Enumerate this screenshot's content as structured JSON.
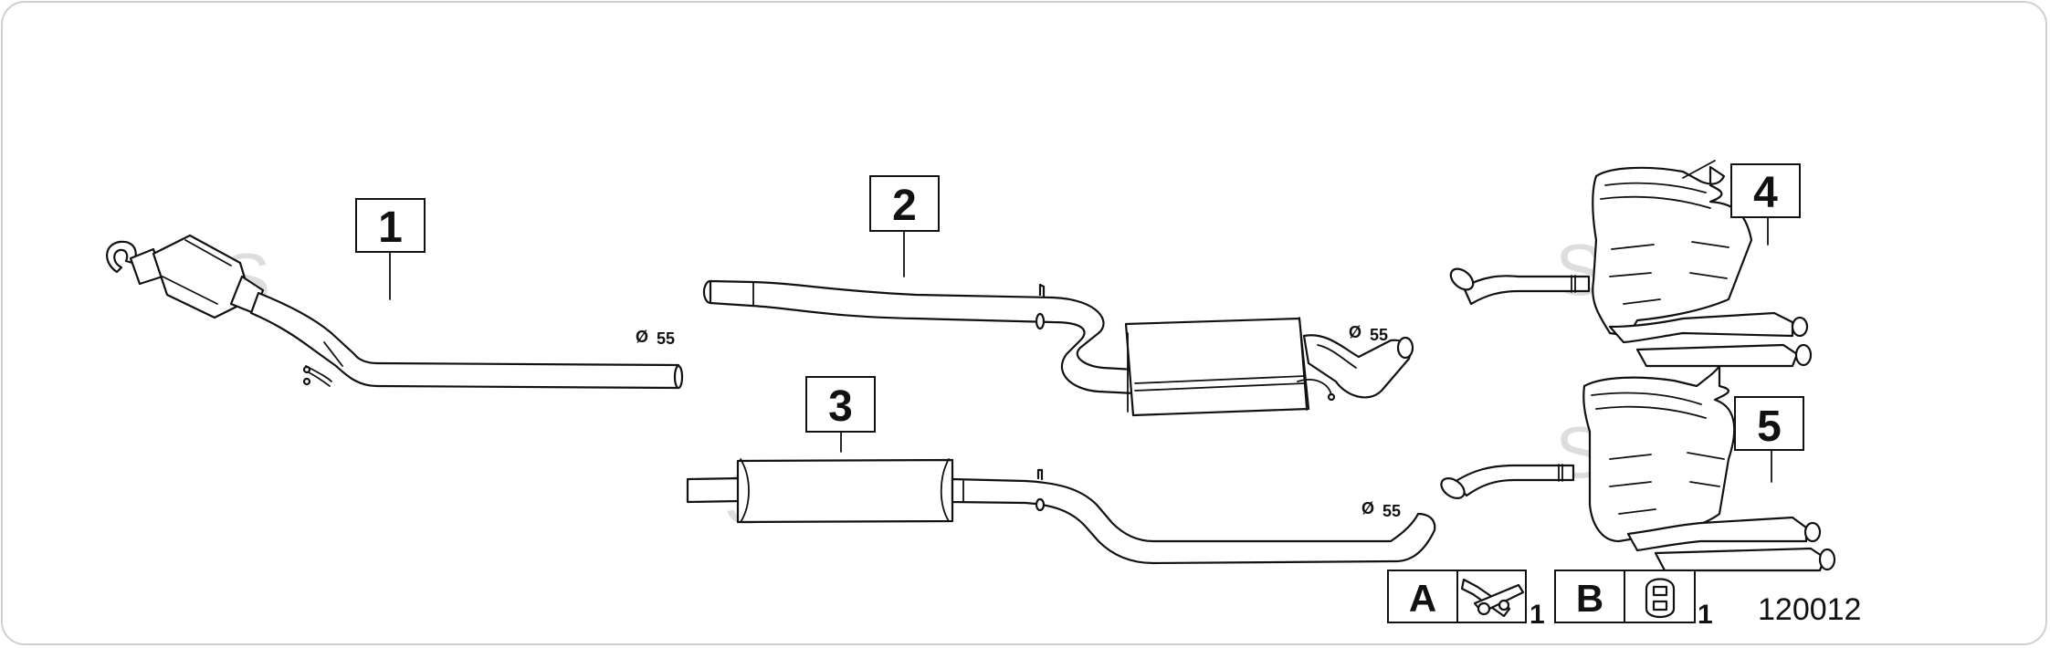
{
  "parts": [
    {
      "number": "1",
      "diameter": "55"
    },
    {
      "number": "2",
      "diameter": "55"
    },
    {
      "number": "3",
      "diameter": "55"
    },
    {
      "number": "4"
    },
    {
      "number": "5"
    }
  ],
  "diameter_symbol": "Ø",
  "watermark": "S",
  "accessories": [
    {
      "letter": "A",
      "quantity": "1",
      "icon": "clamp-icon"
    },
    {
      "letter": "B",
      "quantity": "1",
      "icon": "rubber-hanger-icon"
    }
  ],
  "drawing_number": "120012"
}
